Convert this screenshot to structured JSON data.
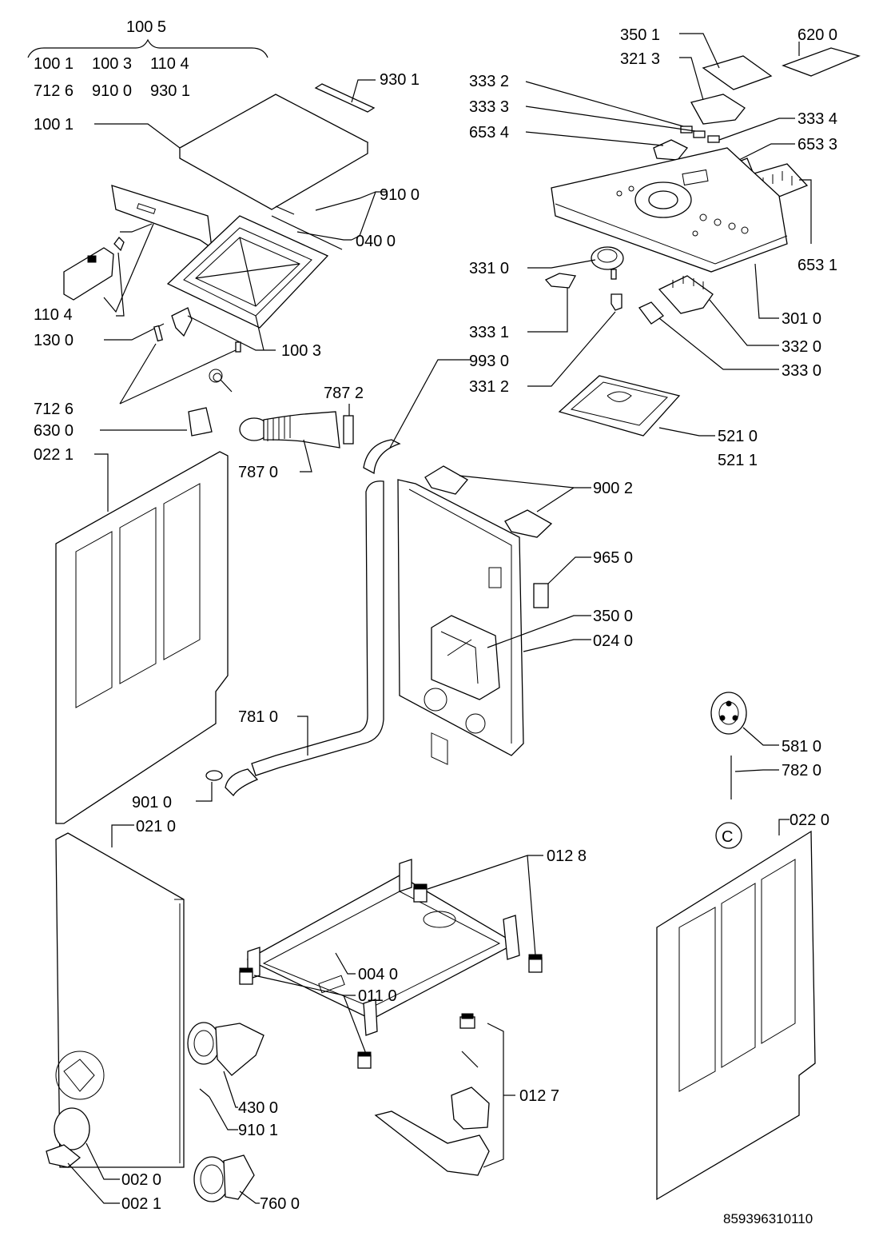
{
  "header_group": {
    "title": "100 5",
    "row1": [
      "100 1",
      "100 3",
      "110 4"
    ],
    "row2": [
      "712 6",
      "910 0",
      "930 1"
    ]
  },
  "labels": {
    "p930_1": "930 1",
    "p100_1": "100 1",
    "p910_0": "910 0",
    "p040_0": "040 0",
    "p110_4": "110 4",
    "p130_0": "130 0",
    "p100_3": "100 3",
    "p712_6": "712 6",
    "p630_0": "630 0",
    "p022_1": "022 1",
    "p787_2": "787 2",
    "p787_0": "787 0",
    "p350_1": "350 1",
    "p321_3": "321 3",
    "p620_0": "620 0",
    "p333_2": "333 2",
    "p333_3": "333 3",
    "p333_4": "333 4",
    "p653_4": "653 4",
    "p653_3": "653 3",
    "p653_1": "653 1",
    "p331_0": "331 0",
    "p301_0": "301 0",
    "p333_1": "333 1",
    "p332_0": "332 0",
    "p993_0": "993 0",
    "p331_2": "331 2",
    "p333_0": "333 0",
    "p521_0": "521 0",
    "p521_1": "521 1",
    "p900_2": "900 2",
    "p965_0": "965 0",
    "p350_0": "350 0",
    "p024_0": "024 0",
    "p781_0": "781 0",
    "p581_0": "581 0",
    "p782_0": "782 0",
    "p022_0": "022 0",
    "p901_0": "901 0",
    "p021_0": "021 0",
    "p012_8": "012 8",
    "p004_0": "004 0",
    "p011_0": "011 0",
    "p012_7": "012 7",
    "p430_0": "430 0",
    "p910_1": "910 1",
    "p002_0": "002 0",
    "p002_1": "002 1",
    "p760_0": "760 0"
  },
  "circle_marker": "C",
  "document_number": "859396310110"
}
